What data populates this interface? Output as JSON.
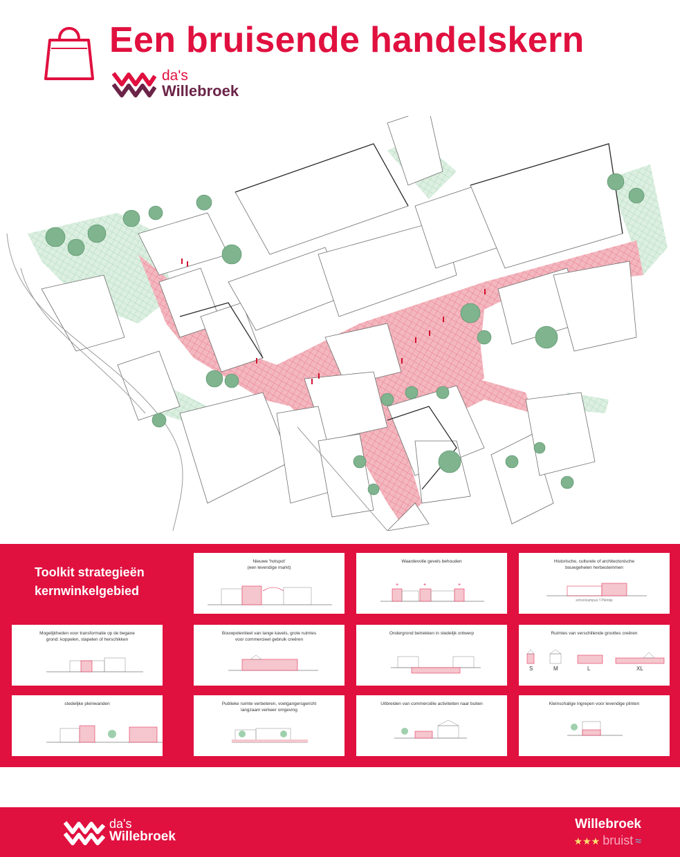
{
  "header": {
    "title": "Een bruisende handelskern",
    "logo_das": "da's",
    "logo_name": "Willebroek",
    "accent": "#e0103f",
    "logo_purple": "#6b2447"
  },
  "map": {
    "icons": [
      "plaza-hatch",
      "tree-icon",
      "building-block"
    ]
  },
  "toolkit": {
    "title_line1": "Toolkit strategieën",
    "title_line2": "kernwinkelgebied",
    "cards": [
      {
        "caption": "Nieuwe 'hotspot'\n(een levendige markt)"
      },
      {
        "caption": "Waardevolle gevels behouden"
      },
      {
        "caption": "Historische, culturele of architectonische\nbouwgehelen herbestemmen",
        "sub": "schoolcampus 't Pleintje"
      },
      {
        "caption": "Mogelijkheden voor transformatie op de begane\ngrond: koppelen, stapelen of herschikken"
      },
      {
        "caption": "Bouwpotentieel van lange kavels, grote ruimtes\nvoor commercieel gebruik creëren"
      },
      {
        "caption": "Ondergrond betrekken in stedelijk ontwerp"
      },
      {
        "caption": "Ruimtes van verschillende groottes creëren",
        "sizes": [
          "S",
          "M",
          "L",
          "XL"
        ]
      },
      {
        "caption": "stedelijke pleinwanden"
      },
      {
        "caption": "Publieke ruimte verbeteren, voetgangersgericht\nlangzaam verkeer omgeving"
      },
      {
        "caption": "Uitbreiden van commerciële activiteiten naar buiten"
      },
      {
        "caption": "Kleinschalige ingrepen voor levendige plinten"
      }
    ]
  },
  "footer": {
    "logo_das": "da's",
    "logo_name": "Willebroek",
    "right_title": "Willebroek",
    "right_sub": "bruist"
  }
}
